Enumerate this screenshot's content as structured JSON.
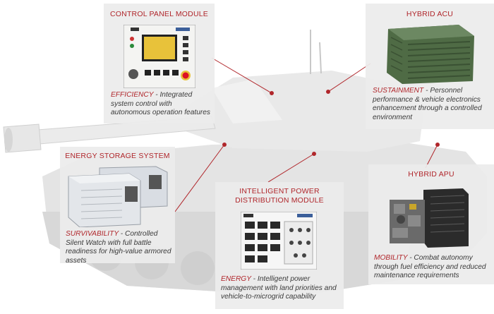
{
  "colors": {
    "accent": "#b0262b",
    "panel": "#ececec",
    "tank": "#dcdcdc"
  },
  "modules": {
    "control_panel": {
      "title": "CONTROL PANEL MODULE",
      "keyword": "EFFICIENCY",
      "text": " - Integrated system control with autonomous operation features"
    },
    "hybrid_acu": {
      "title": "HYBRID ACU",
      "keyword": "SUSTAINMENT",
      "text": " - Personnel performance & vehicle electronics enhancement through a controlled environment"
    },
    "energy_storage": {
      "title": "ENERGY STORAGE SYSTEM",
      "keyword": "SURVIVABILITY",
      "text": " - Controlled Silent Watch with full battle readiness for high-value armored assets"
    },
    "power_distribution": {
      "title_line1": "INTELLIGENT POWER",
      "title_line2": "DISTRIBUTION MODULE",
      "keyword": "ENERGY",
      "text": " - Intelligent power management with land priorities and vehicle-to-microgrid capability"
    },
    "hybrid_apu": {
      "title": "HYBRID APU",
      "keyword": "MOBILITY",
      "text": " - Combat autonomy through fuel efficiency and reduced maintenance requirements"
    }
  }
}
